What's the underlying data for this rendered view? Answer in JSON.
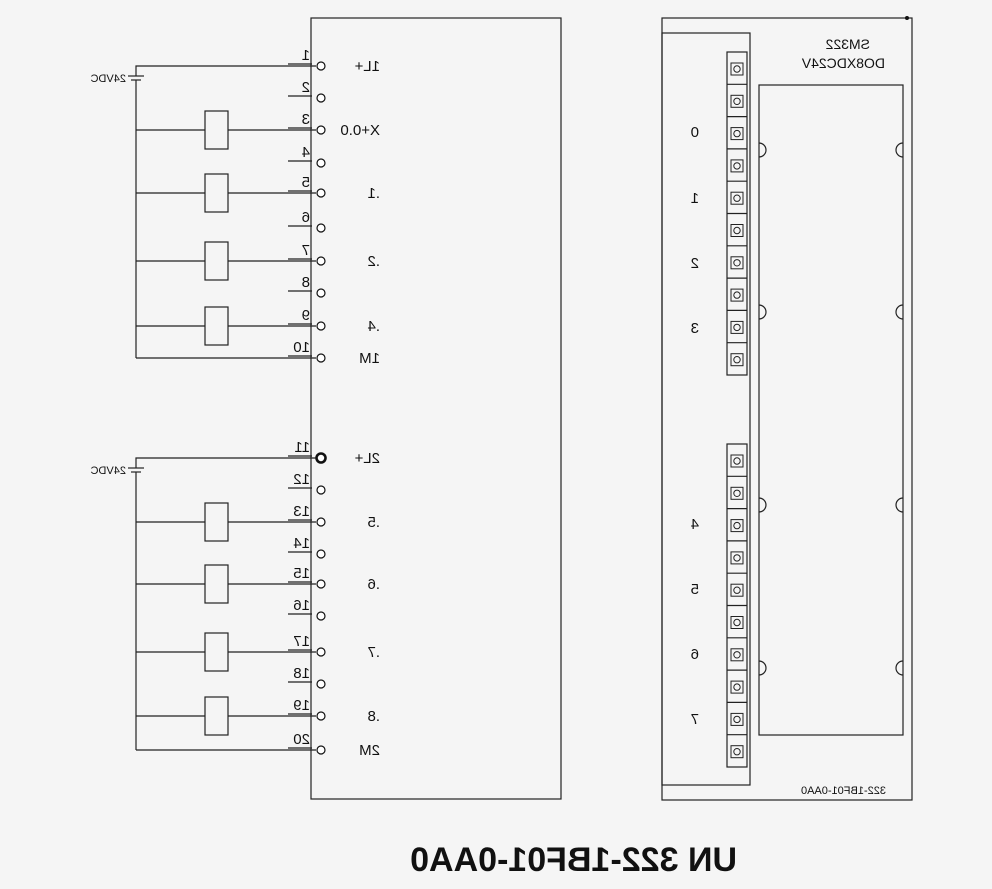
{
  "supply_label": "24VDC",
  "terminals": [
    {
      "num": "1",
      "label": "1L+"
    },
    {
      "num": "2",
      "label": ""
    },
    {
      "num": "3",
      "label": "X+0.0"
    },
    {
      "num": "4",
      "label": ""
    },
    {
      "num": "5",
      "label": ".1"
    },
    {
      "num": "6",
      "label": ""
    },
    {
      "num": "7",
      "label": ".2"
    },
    {
      "num": "8",
      "label": ""
    },
    {
      "num": "9",
      "label": ".4"
    },
    {
      "num": "10",
      "label": "1M"
    },
    {
      "num": "11",
      "label": "2L+"
    },
    {
      "num": "12",
      "label": ""
    },
    {
      "num": "13",
      "label": ".5"
    },
    {
      "num": "14",
      "label": ""
    },
    {
      "num": "15",
      "label": ".6"
    },
    {
      "num": "16",
      "label": ""
    },
    {
      "num": "17",
      "label": ".7"
    },
    {
      "num": "18",
      "label": ""
    },
    {
      "num": "19",
      "label": ".8"
    },
    {
      "num": "20",
      "label": "2M"
    }
  ],
  "module": {
    "name": "SM322",
    "type": "DO8XDC24V",
    "order_small": "322-1BF01-0AA0",
    "channels": [
      "0",
      "1",
      "2",
      "3",
      "4",
      "5",
      "6",
      "7"
    ]
  },
  "part_number": "UN 322-1BF01-0AA0"
}
